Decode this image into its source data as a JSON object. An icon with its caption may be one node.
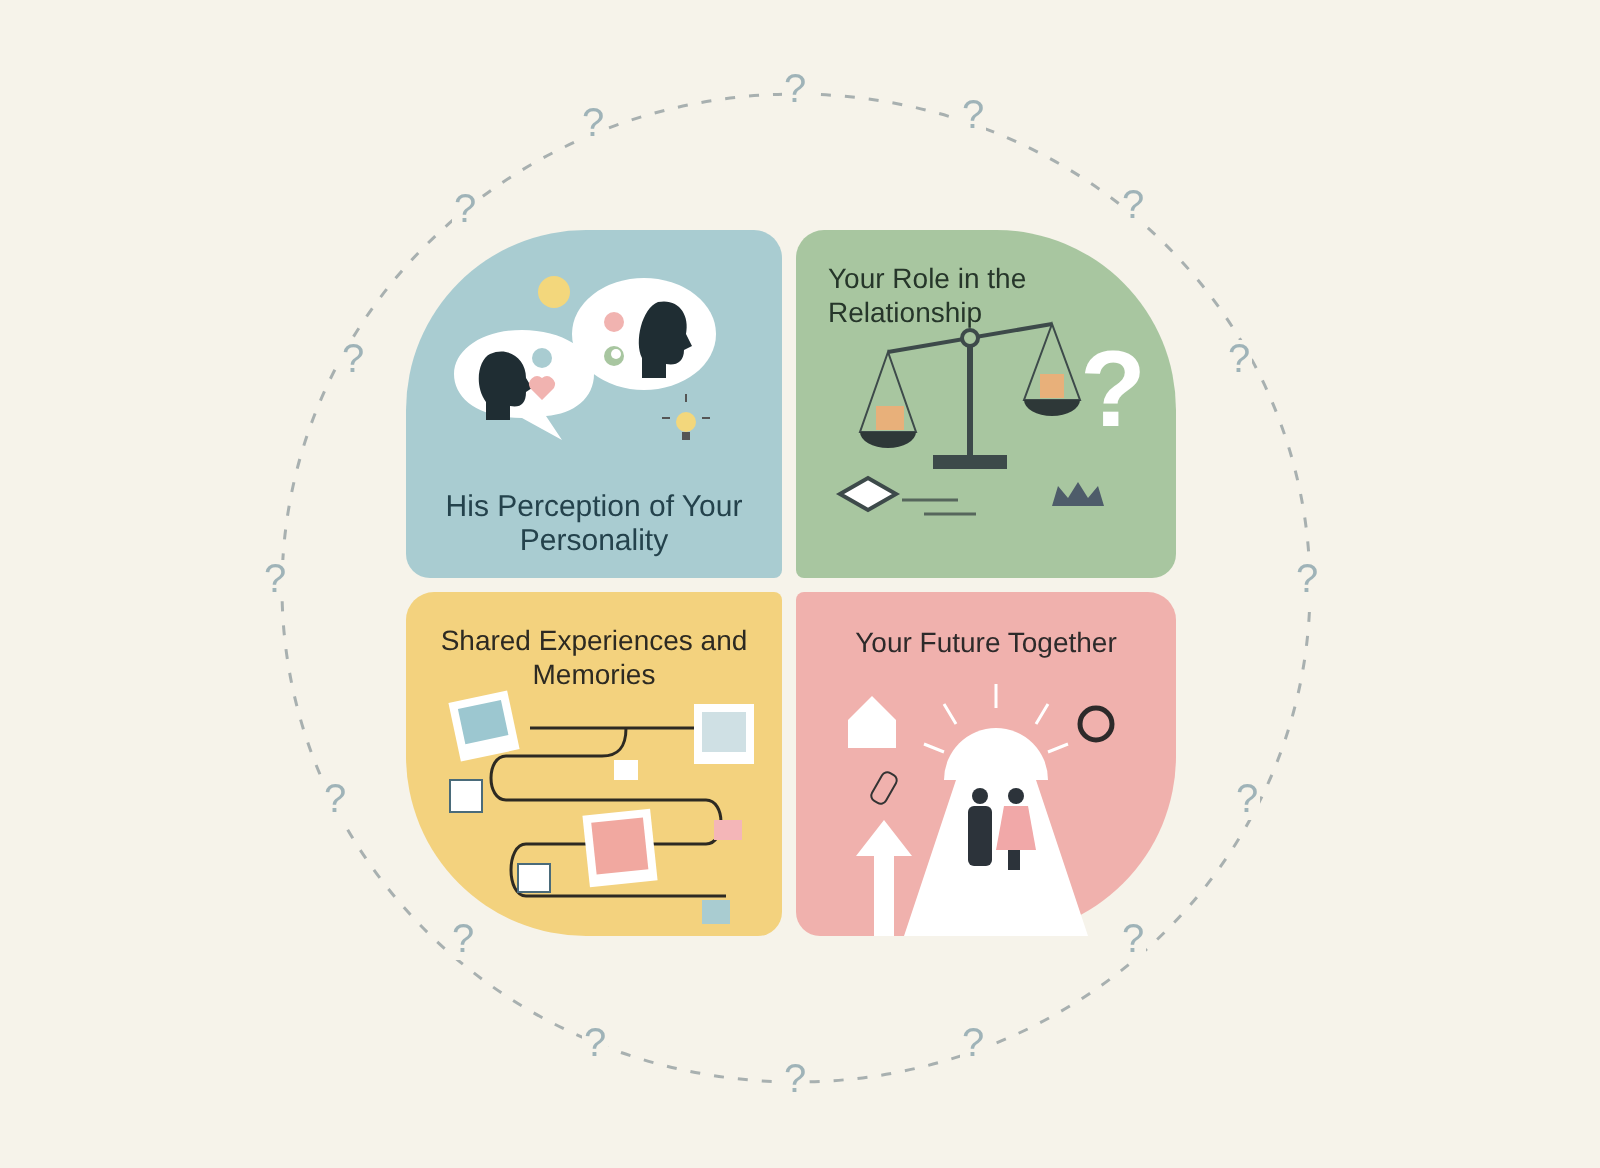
{
  "diagram": {
    "nodes": [
      {
        "text": [
          "His Perception of Your Personality"
        ]
      },
      {
        "text": [
          "Your Role in the Relationship"
        ]
      },
      {
        "text": [
          "Shared Experiences and Memories"
        ]
      },
      {
        "text": [
          "Your Future Together"
        ]
      }
    ],
    "labels": [
      "?",
      "?",
      "?",
      "?",
      "?",
      "?",
      "?",
      "?",
      "?",
      "?",
      "?",
      "?",
      "?",
      "?",
      "?",
      "?",
      "?"
    ]
  }
}
